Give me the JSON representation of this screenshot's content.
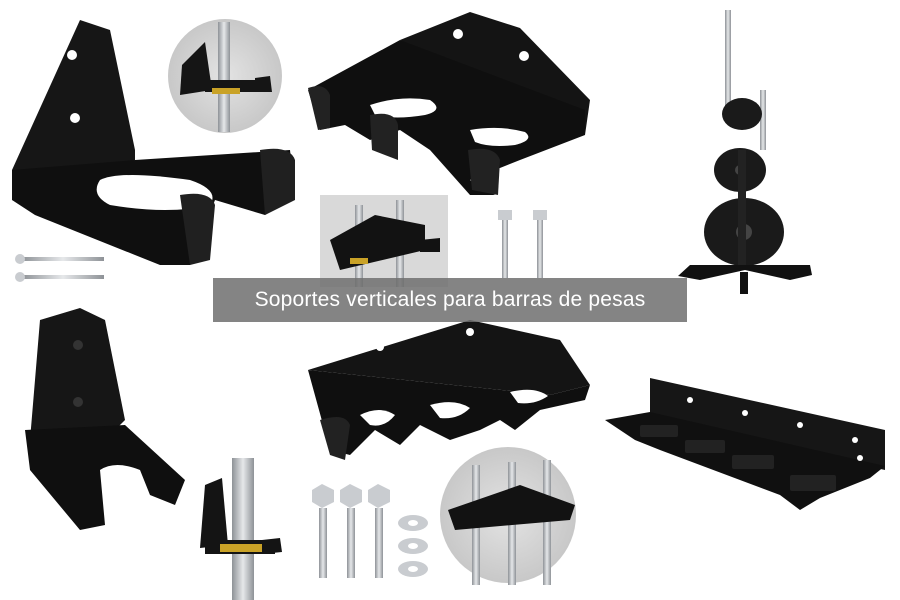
{
  "caption": {
    "text": "Soportes verticales para barras de pesas"
  },
  "colors": {
    "background": "#ffffff",
    "bracket": "#111111",
    "caption_bg": "#6e6e6e",
    "caption_text": "#ffffff",
    "steel": "#b9bcc0",
    "brass": "#c9a227"
  },
  "products": [
    {
      "name": "single-bar-wall-bracket-with-screws"
    },
    {
      "name": "single-bar-bracket-detail-photo"
    },
    {
      "name": "double-bar-wall-bracket"
    },
    {
      "name": "weight-plate-tree-stand"
    },
    {
      "name": "double-bar-bracket-detail-photo"
    },
    {
      "name": "lag-bolts-pair"
    },
    {
      "name": "single-bar-bracket-black"
    },
    {
      "name": "triple-bar-wall-bracket"
    },
    {
      "name": "six-bar-floor-rack"
    },
    {
      "name": "single-bar-bracket-with-bar-photo"
    },
    {
      "name": "hex-lag-bolts-and-washers"
    },
    {
      "name": "triple-bar-bracket-detail-photo"
    }
  ]
}
